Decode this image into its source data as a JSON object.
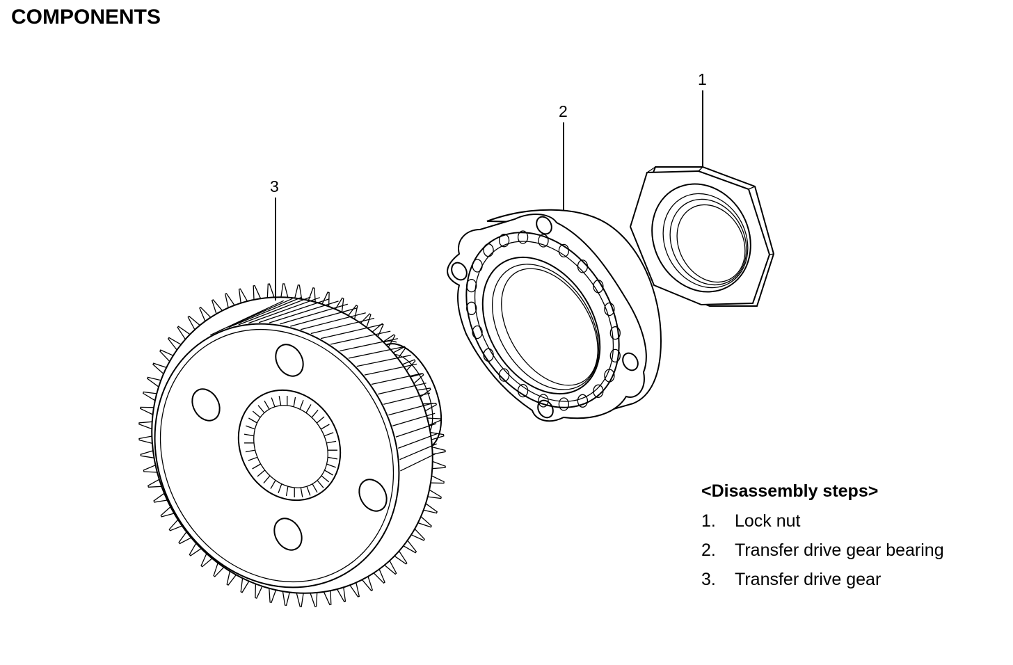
{
  "title": "COMPONENTS",
  "callouts": [
    {
      "number": "1",
      "part": "lock-nut"
    },
    {
      "number": "2",
      "part": "bearing"
    },
    {
      "number": "3",
      "part": "gear"
    }
  ],
  "steps": {
    "heading": "<Disassembly steps>",
    "items": [
      {
        "num": "1.",
        "label": "Lock nut"
      },
      {
        "num": "2.",
        "label": "Transfer drive gear bearing"
      },
      {
        "num": "3.",
        "label": "Transfer drive gear"
      }
    ]
  }
}
